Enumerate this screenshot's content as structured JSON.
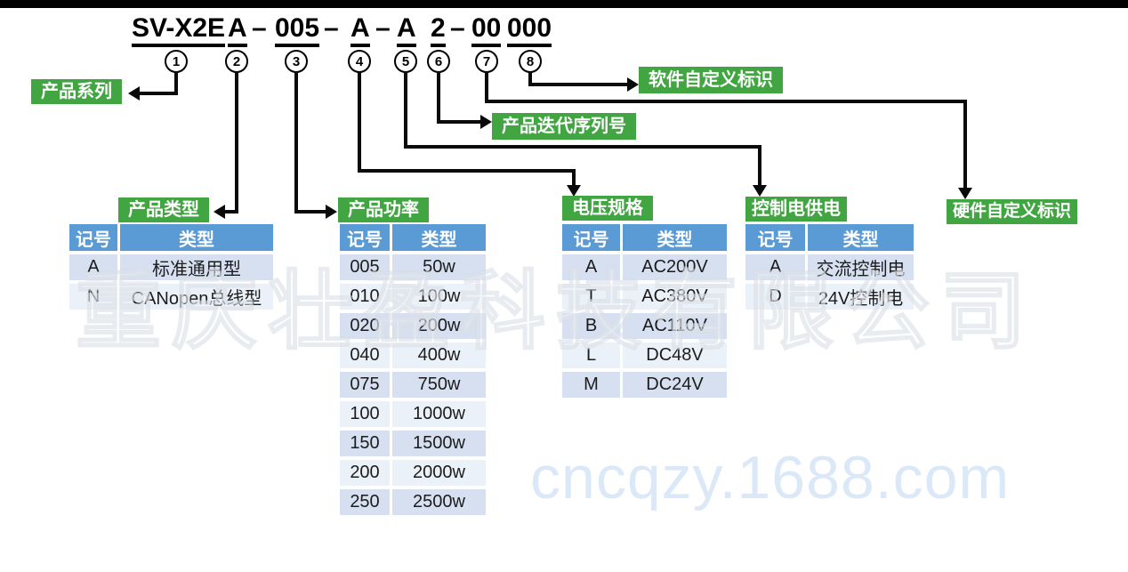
{
  "model_code": {
    "parts": [
      "SV-X2E",
      "A",
      "–",
      "005",
      "–",
      "A",
      "–",
      "A",
      "2",
      "–",
      "00",
      "000"
    ],
    "markers": [
      "1",
      "2",
      "3",
      "4",
      "5",
      "6",
      "7",
      "8"
    ]
  },
  "labels": {
    "product_series": "产品系列",
    "product_type": "产品类型",
    "product_power": "产品功率",
    "iteration_serial": "产品迭代序列号",
    "software_id": "软件自定义标识",
    "voltage_spec": "电压规格",
    "control_power": "控制电供电",
    "hardware_id": "硬件自定义标识"
  },
  "tables": {
    "product_type": {
      "headers": [
        "记号",
        "类型"
      ],
      "rows": [
        [
          "A",
          "标准通用型"
        ],
        [
          "N",
          "CANopen总线型"
        ]
      ]
    },
    "product_power": {
      "headers": [
        "记号",
        "类型"
      ],
      "rows": [
        [
          "005",
          "50w"
        ],
        [
          "010",
          "100w"
        ],
        [
          "020",
          "200w"
        ],
        [
          "040",
          "400w"
        ],
        [
          "075",
          "750w"
        ],
        [
          "100",
          "1000w"
        ],
        [
          "150",
          "1500w"
        ],
        [
          "200",
          "2000w"
        ],
        [
          "250",
          "2500w"
        ]
      ]
    },
    "voltage_spec": {
      "headers": [
        "记号",
        "类型"
      ],
      "rows": [
        [
          "A",
          "AC200V"
        ],
        [
          "T",
          "AC380V"
        ],
        [
          "B",
          "AC110V"
        ],
        [
          "L",
          "DC48V"
        ],
        [
          "M",
          "DC24V"
        ]
      ]
    },
    "control_power": {
      "headers": [
        "记号",
        "类型"
      ],
      "rows": [
        [
          "A",
          "交流控制电"
        ],
        [
          "D",
          "24V控制电"
        ]
      ]
    }
  },
  "watermarks": {
    "company": "重庆壮盈科技有限公司",
    "url": "cncqzy.1688.com"
  },
  "colors": {
    "label_green": "#41A541",
    "header_blue": "#5B9BD5",
    "band_dark": "#D6E0F0",
    "band_light": "#EBF1F8"
  }
}
